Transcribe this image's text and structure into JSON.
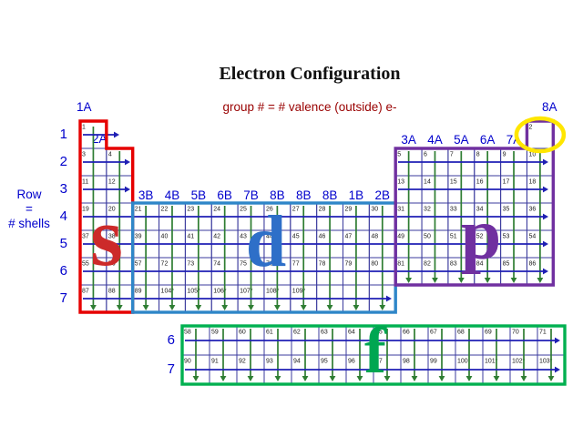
{
  "title": "Electron Configuration",
  "subtitle": "group # = # valence (outside) e-",
  "row_caption": [
    "Row",
    "=",
    "# shells"
  ],
  "period_labels": [
    "1",
    "2",
    "3",
    "4",
    "5",
    "6",
    "7"
  ],
  "f_period_labels": [
    "6",
    "7"
  ],
  "group_labels": {
    "g1a": "1A",
    "g2a": "2A",
    "g8a": "8A",
    "b_labels": [
      "3B",
      "4B",
      "5B",
      "6B",
      "7B",
      "8B",
      "8B",
      "8B",
      "1B",
      "2B"
    ],
    "a_labels": [
      "3A",
      "4A",
      "5A",
      "6A",
      "7A"
    ]
  },
  "blocks": {
    "s": {
      "letter": "s",
      "outline_color": "#e60000",
      "letter_color": "#cc2a2a"
    },
    "d": {
      "letter": "d",
      "outline_color": "#2e86c8",
      "letter_color": "#2e6fc8"
    },
    "p": {
      "letter": "p",
      "outline_color": "#7030a0",
      "letter_color": "#7030a0"
    },
    "f": {
      "letter": "f",
      "outline_color": "#00b050",
      "letter_color": "#00a651"
    }
  },
  "highlight": {
    "shape": "ellipse",
    "color": "#ffe600",
    "target": "helium-cell-8A"
  },
  "colors": {
    "grid": "#3b3b9d",
    "row_arrow": "#1f1fb4",
    "column_arrow": "#2e7d32",
    "label_blue": "#0000cc",
    "subtitle_red": "#990000",
    "cell_number": "#1a1a1a",
    "background": "#ffffff"
  },
  "main_rows": [
    [
      "1",
      null,
      null,
      null,
      null,
      null,
      null,
      null,
      null,
      null,
      null,
      null,
      null,
      null,
      null,
      null,
      null,
      "2"
    ],
    [
      "3",
      "4",
      null,
      null,
      null,
      null,
      null,
      null,
      null,
      null,
      null,
      null,
      "5",
      "6",
      "7",
      "8",
      "9",
      "10"
    ],
    [
      "11",
      "12",
      null,
      null,
      null,
      null,
      null,
      null,
      null,
      null,
      null,
      null,
      "13",
      "14",
      "15",
      "16",
      "17",
      "18"
    ],
    [
      "19",
      "20",
      "21",
      "22",
      "23",
      "24",
      "25",
      "26",
      "27",
      "28",
      "29",
      "30",
      "31",
      "32",
      "33",
      "34",
      "35",
      "36"
    ],
    [
      "37",
      "38",
      "39",
      "40",
      "41",
      "42",
      "43",
      "44",
      "45",
      "46",
      "47",
      "48",
      "49",
      "50",
      "51",
      "52",
      "53",
      "54"
    ],
    [
      "55",
      "56",
      "57",
      "72",
      "73",
      "74",
      "75",
      "76",
      "77",
      "78",
      "79",
      "80",
      "81",
      "82",
      "83",
      "84",
      "85",
      "86"
    ],
    [
      "87",
      "88",
      "89",
      "104*",
      "105*",
      "106*",
      "107*",
      "108*",
      "109*",
      "",
      "",
      "",
      null,
      null,
      null,
      null,
      null,
      null
    ]
  ],
  "f_rows": [
    [
      "58",
      "59",
      "60",
      "61",
      "62",
      "63",
      "64",
      "65",
      "66",
      "67",
      "68",
      "69",
      "70",
      "71"
    ],
    [
      "90",
      "91",
      "92",
      "93",
      "94",
      "95",
      "96",
      "97",
      "98",
      "99",
      "100",
      "101*",
      "102*",
      "103*"
    ]
  ]
}
